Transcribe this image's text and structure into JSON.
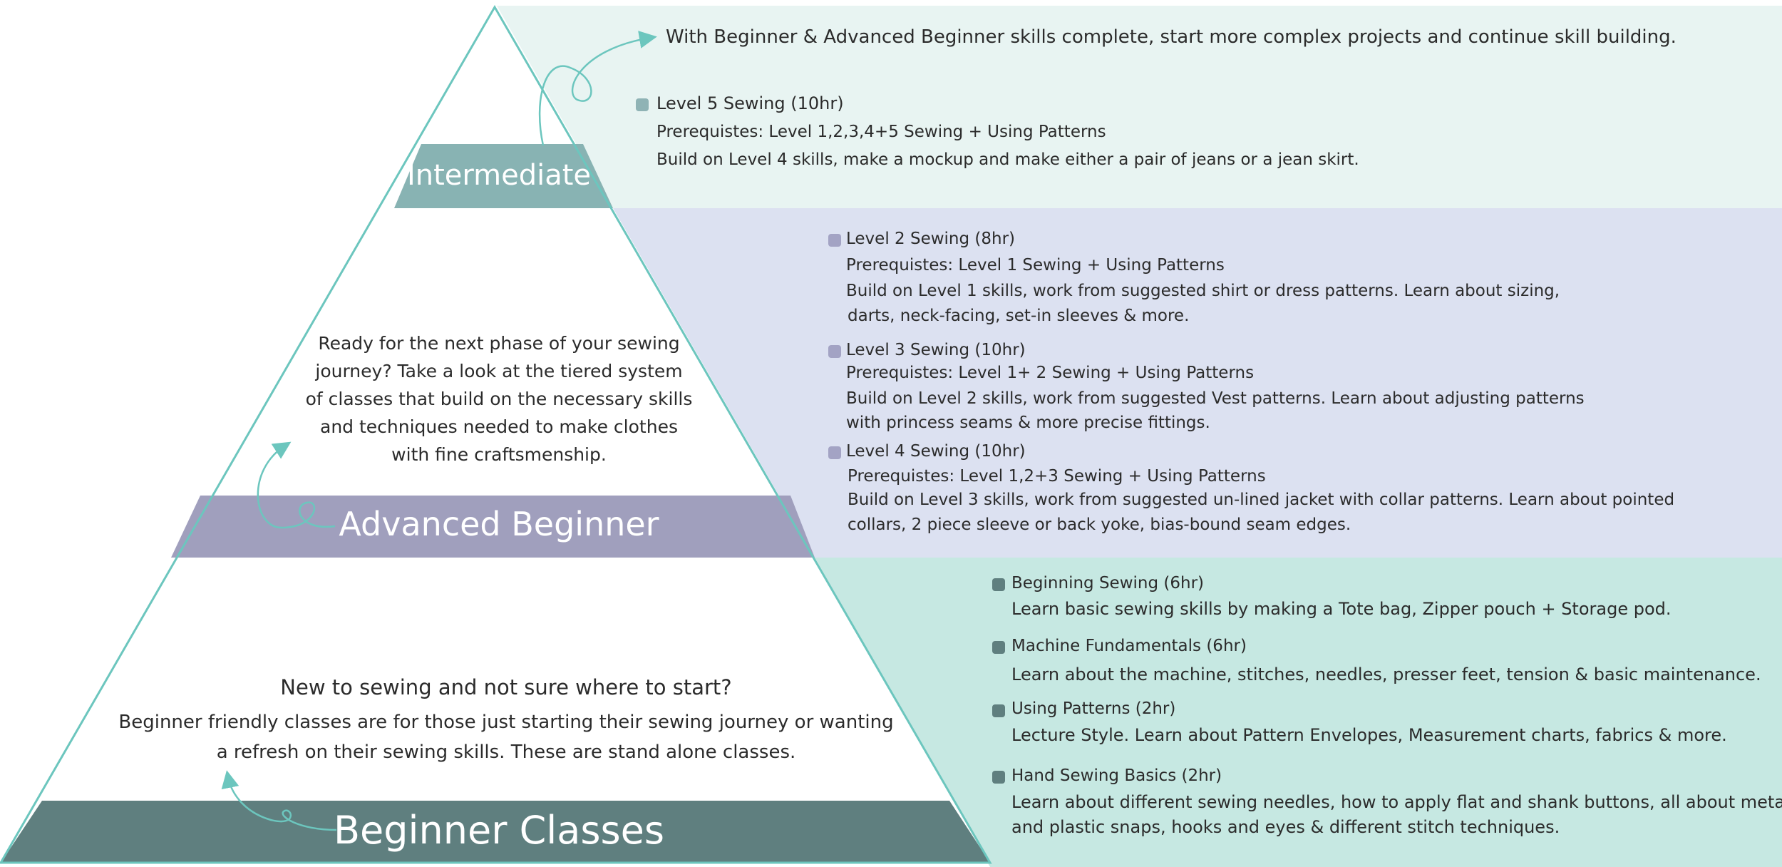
{
  "colors": {
    "intermediate_band": "#88b3b3",
    "intermediate_bg": "#e8f4f2",
    "advanced_band": "#a09fbd",
    "advanced_bg": "#dce1f1",
    "beginner_band": "#5f7f7f",
    "beginner_bg": "#c6e8e2",
    "outline": "#6cc6be",
    "intermediate_bullet": "#8fb3b5",
    "advanced_bullet": "#a3a3c4",
    "beginner_bullet": "#5f7f7f"
  },
  "levels": {
    "intermediate": {
      "label": "Intermediate",
      "intro": "With Beginner & Advanced Beginner skills complete, start more complex projects and continue skill building.",
      "courses": [
        {
          "title": "Level 5 Sewing (10hr)",
          "prereq": "Prerequistes: Level 1,2,3,4+5 Sewing + Using Patterns",
          "desc1": "Build on Level 4 skills, make a mockup and make either a pair of jeans or a jean skirt."
        }
      ]
    },
    "advanced": {
      "label": "Advanced Beginner",
      "intro_lines": [
        "Ready for the next phase of your sewing",
        "journey? Take a look at the tiered system",
        "of classes that build on the necessary skills",
        "and techniques needed to make clothes",
        "with fine craftsmenship."
      ],
      "courses": [
        {
          "title": "Level 2 Sewing (8hr)",
          "prereq": "Prerequistes: Level 1 Sewing + Using Patterns",
          "desc1": "Build on Level 1 skills, work from suggested shirt or dress patterns. Learn about sizing,",
          "desc2": "darts, neck-facing, set-in sleeves & more."
        },
        {
          "title": "Level 3 Sewing (10hr)",
          "prereq": "Prerequistes: Level 1+ 2 Sewing + Using Patterns",
          "desc1": "Build on Level 2 skills, work from suggested Vest patterns. Learn about adjusting patterns",
          "desc2": "with princess seams & more precise fittings."
        },
        {
          "title": "Level 4 Sewing (10hr)",
          "prereq": "Prerequistes: Level 1,2+3 Sewing + Using Patterns",
          "desc1": "Build on Level 3 skills, work from suggested un-lined jacket with collar patterns. Learn about pointed",
          "desc2": "collars, 2 piece sleeve or back yoke, bias-bound seam edges."
        }
      ]
    },
    "beginner": {
      "label": "Beginner Classes",
      "heading": "New to sewing and not sure where to start?",
      "intro_lines": [
        "Beginner friendly classes are for those just starting their sewing journey or wanting",
        "a refresh on their sewing skills. These are stand alone classes."
      ],
      "courses": [
        {
          "title": "Beginning Sewing (6hr)",
          "desc1": "Learn basic sewing skills by making a Tote bag, Zipper pouch + Storage pod."
        },
        {
          "title": "Machine Fundamentals (6hr)",
          "desc1": "Learn about the machine, stitches, needles, presser feet, tension & basic maintenance."
        },
        {
          "title": "Using Patterns (2hr)",
          "desc1": "Lecture Style. Learn about Pattern Envelopes, Measurement charts, fabrics & more."
        },
        {
          "title": "Hand Sewing Basics (2hr)",
          "desc1": "Learn about different sewing needles, how to apply flat and shank buttons, all about metal",
          "desc2": "and plastic snaps, hooks and eyes & different stitch techniques."
        }
      ]
    }
  }
}
